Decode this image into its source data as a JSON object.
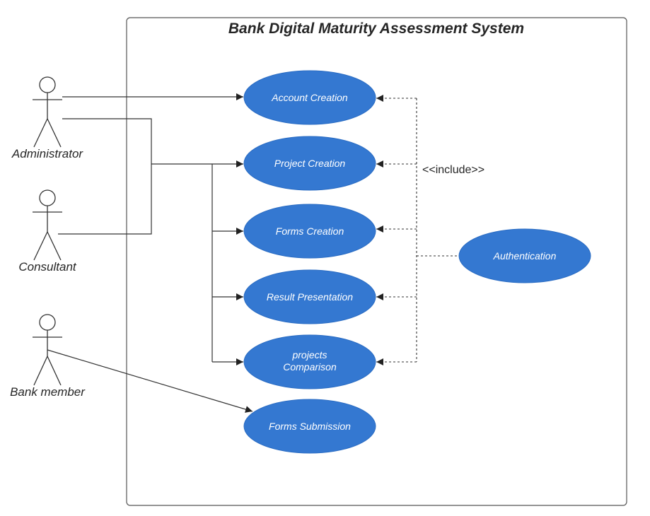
{
  "system": {
    "title": "Bank Digital Maturity Assessment System"
  },
  "actors": {
    "administrator": "Administrator",
    "consultant": "Consultant",
    "bank_member": "Bank member"
  },
  "use_cases": {
    "account_creation": "Account Creation",
    "project_creation": "Project Creation",
    "forms_creation": "Forms Creation",
    "result_presentation": "Result Presentation",
    "projects_comparison_line1": "projects",
    "projects_comparison_line2": "Comparison",
    "forms_submission": "Forms Submission",
    "authentication": "Authentication"
  },
  "relations": {
    "include_label": "<<include>>"
  },
  "colors": {
    "use_case_fill": "#3478d1",
    "line": "#333333",
    "border": "#555555"
  }
}
